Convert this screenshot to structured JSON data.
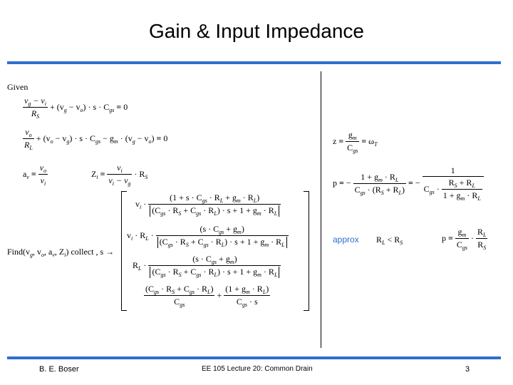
{
  "slide": {
    "title": "Gain & Input Impedance",
    "footer_author": "B. E. Boser",
    "footer_course": "EE 105 Lecture 20: Common Drain",
    "footer_page": "3"
  },
  "left": {
    "given_label": "Given",
    "find_label": "Find(v",
    "collect_label": "collect , s",
    "arrow": "→"
  },
  "right": {
    "approx_label": "approx"
  },
  "colors": {
    "accent": "#2f6fcf"
  }
}
